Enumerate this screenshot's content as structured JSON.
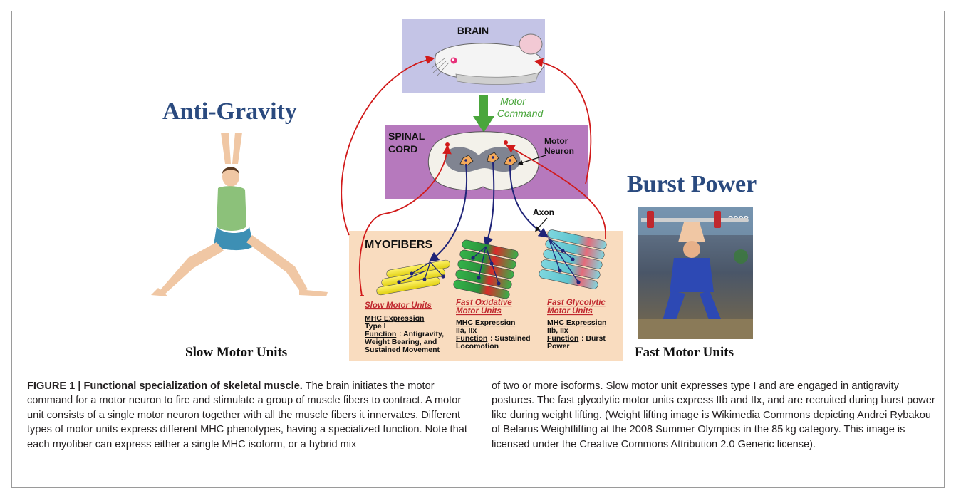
{
  "diagram": {
    "brain_label": "BRAIN",
    "motor_command_line1": "Motor",
    "motor_command_line2": "Command",
    "spinal_cord_line1": "SPINAL",
    "spinal_cord_line2": "CORD",
    "motor_neuron_line1": "Motor",
    "motor_neuron_line2": "Neuron",
    "axon_label": "Axon",
    "myofibers_label": "MYOFIBERS",
    "anti_gravity_title": "Anti-Gravity",
    "burst_power_title": "Burst Power",
    "slow_motor_units_label": "Slow Motor Units",
    "fast_motor_units_label": "Fast Motor Units",
    "weightlifting_sign": "2008",
    "unit_types": [
      {
        "title_lines": [
          "Slow Motor Units"
        ],
        "mhc_heading": "MHC Expression",
        "mhc_value": "Type I",
        "function_heading": "Function",
        "function_lines": [
          ": Antigravity,",
          "Weight Bearing, and",
          "Sustained Movement"
        ]
      },
      {
        "title_lines": [
          "Fast Oxidative",
          "Motor Units"
        ],
        "mhc_heading": "MHC Expression",
        "mhc_value": "IIa, IIx",
        "function_heading": "Function",
        "function_lines": [
          ": Sustained",
          "Locomotion"
        ]
      },
      {
        "title_lines": [
          "Fast Glycolytic",
          "Motor Units"
        ],
        "mhc_heading": "MHC Expression",
        "mhc_value": "IIb, IIx",
        "function_heading": "Function",
        "function_lines": [
          ": Burst",
          "Power"
        ]
      }
    ],
    "colors": {
      "brain_panel": "#c4c4e6",
      "spinal_panel": "#b679bd",
      "myofiber_panel": "#f9dcbf",
      "title_blue": "#2a4a7f",
      "motor_command_green": "#4aa63c",
      "unit_title_red": "#c0282e",
      "efferent_navy": "#1f2478",
      "afferent_red": "#d11a1a",
      "slow_fiber": "#f2e51b",
      "fast_ox_green": "#34b34a",
      "fast_ox_red": "#d92a2a",
      "fast_gly_cyan": "#7fd7df",
      "fast_gly_pink": "#e46b7a"
    },
    "icons": [
      "rat-brain-icon",
      "spinal-cord-cross-section",
      "yoga-pose-figure",
      "weightlifter-photo"
    ]
  },
  "caption": {
    "figure_label": "FIGURE 1 | Functional specialization of skeletal muscle.",
    "left_text": " The brain initiates the motor command for a motor neuron to fire and stimulate a group of muscle fibers to contract. A motor unit consists of a single motor neuron together with all the muscle fibers it innervates. Different types of motor units express different MHC phenotypes, having a specialized function. Note that each myofiber can express either a single MHC isoform, or a hybrid mix",
    "right_text": "of two or more isoforms. Slow motor unit expresses type I and are engaged in antigravity postures. The fast glycolytic motor units express IIb and IIx, and are recruited during burst power like during weight lifting. (Weight lifting image is Wikimedia Commons depicting Andrei Rybakou of Belarus Weightlifting at the 2008 Summer Olympics in the 85 kg category. This image is licensed under the Creative Commons Attribution 2.0 Generic license)."
  }
}
